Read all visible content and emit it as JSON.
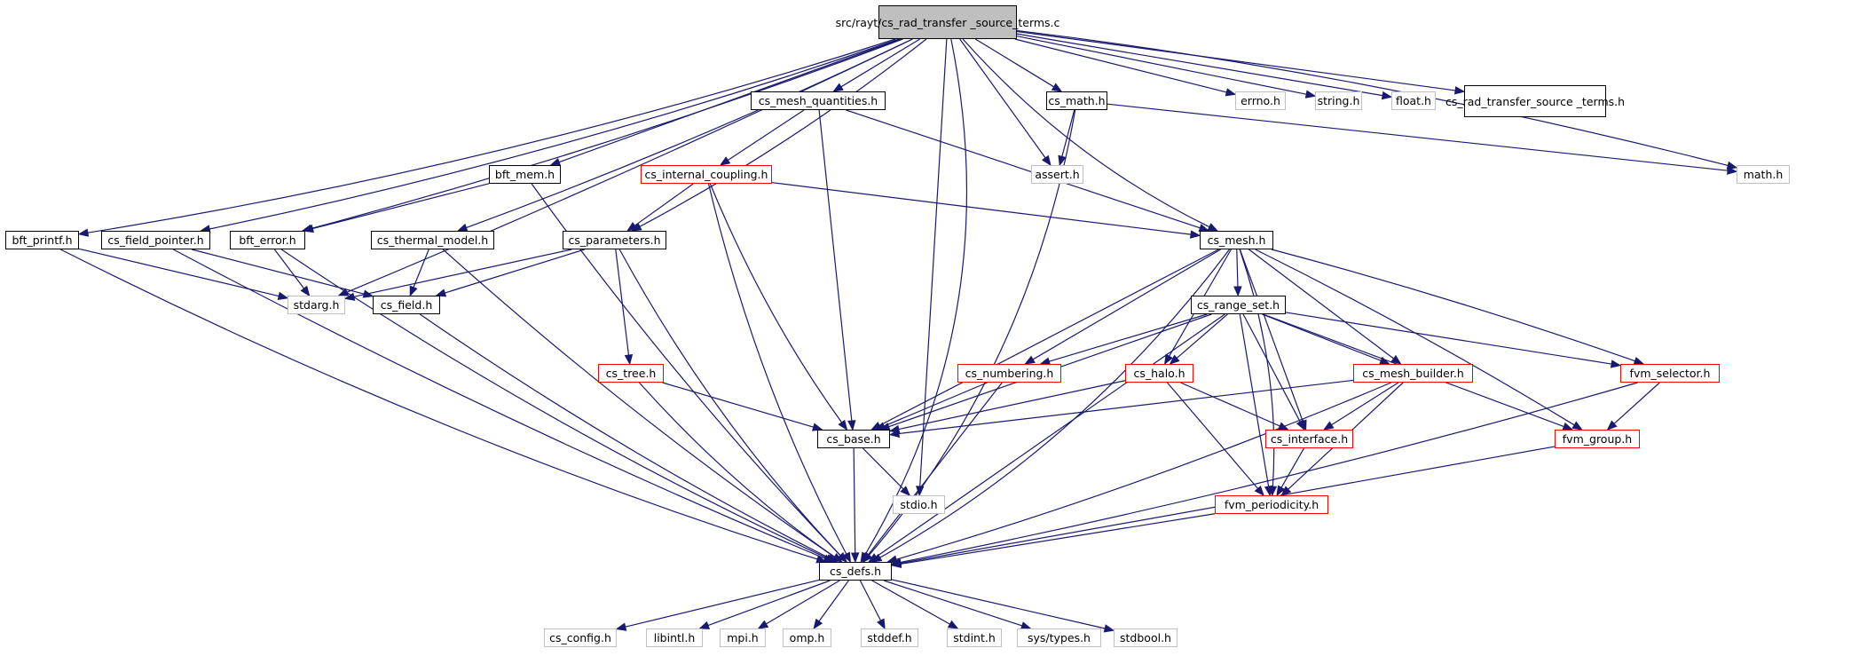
{
  "colors": {
    "edge": "#191970",
    "box": "#000000",
    "external": "#c0c0c0",
    "incomplete": "#ff0000",
    "root_fill": "#bfbfbf"
  },
  "nodes": {
    "root": "src/rayt/cs_rad_transfer\n_source_terms.c",
    "cs_mesh_quantities": "cs_mesh_quantities.h",
    "cs_math": "cs_math.h",
    "errno": "errno.h",
    "string": "string.h",
    "float": "float.h",
    "cs_rad_transfer_source_terms": "cs_rad_transfer_source\n_terms.h",
    "cs_internal_coupling": "cs_internal_coupling.h",
    "bft_mem": "bft_mem.h",
    "assert": "assert.h",
    "math": "math.h",
    "bft_printf": "bft_printf.h",
    "cs_field_pointer": "cs_field_pointer.h",
    "bft_error": "bft_error.h",
    "cs_thermal_model": "cs_thermal_model.h",
    "cs_parameters": "cs_parameters.h",
    "cs_mesh": "cs_mesh.h",
    "stdarg": "stdarg.h",
    "cs_field": "cs_field.h",
    "cs_range_set": "cs_range_set.h",
    "cs_tree": "cs_tree.h",
    "cs_numbering": "cs_numbering.h",
    "cs_halo": "cs_halo.h",
    "cs_mesh_builder": "cs_mesh_builder.h",
    "fvm_selector": "fvm_selector.h",
    "cs_base": "cs_base.h",
    "cs_interface": "cs_interface.h",
    "fvm_group": "fvm_group.h",
    "stdio": "stdio.h",
    "fvm_periodicity": "fvm_periodicity.h",
    "cs_defs": "cs_defs.h",
    "cs_config": "cs_config.h",
    "libintl": "libintl.h",
    "mpi": "mpi.h",
    "omp": "omp.h",
    "stddef": "stddef.h",
    "stdint": "stdint.h",
    "sys_types": "sys/types.h",
    "stdbool": "stdbool.h"
  }
}
